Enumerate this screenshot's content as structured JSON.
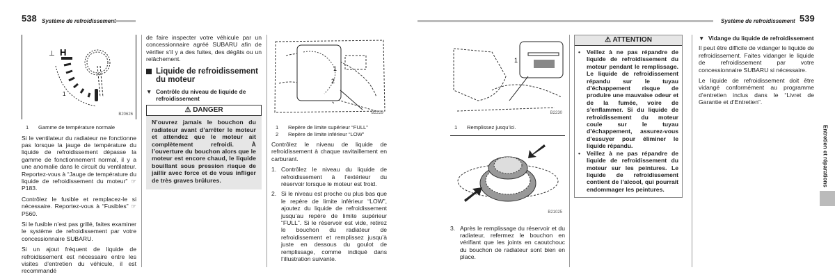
{
  "left_page": {
    "number": "538",
    "title": "Système de refroidissement"
  },
  "right_page": {
    "number": "539",
    "title": "Système de refroidissement",
    "side_tab": "Entretien et réparations"
  },
  "figures": [
    {
      "code": "B20626",
      "labels": [
        "1"
      ],
      "gauge_letter": "H"
    },
    {
      "code": "B2229",
      "labels": [
        "1",
        "2"
      ]
    },
    {
      "code": "B2230",
      "labels": [
        "1"
      ]
    },
    {
      "code": "B21025"
    }
  ],
  "col1": {
    "caption": {
      "n": "1",
      "text": "Gamme de température normale"
    },
    "paragraphs": [
      "Si le ventilateur du radiateur ne fonctionne pas lorsque la jauge de température du liquide de refroidissement dépasse la gamme de fonctionnement normal, il y a une anomalie dans le circuit du ventilateur. Reportez-vous à “Jauge de température du liquide de refroidissement du moteur” ☞P183.",
      "Contrôlez le fusible et remplacez-le si nécessaire. Reportez-vous à “Fusibles” ☞P560.",
      "Si le fusible n’est pas grillé, faites examiner le système de refroidissement par votre concessionnaire SUBARU.",
      "Si un ajout fréquent de liquide de refroidissement est nécessaire entre les visites d’entretien du véhicule, il est recommandé"
    ]
  },
  "col2": {
    "intro": "de faire inspecter votre véhicule par un concessionnaire agréé SUBARU afin de vérifier s’il y a des fuites, des dégâts ou un relâchement.",
    "heading": "Liquide de refroidissement du moteur",
    "subheading": "Contrôle du niveau de liquide de refroidissement",
    "danger_title": "DANGER",
    "danger_text": "N’ouvrez jamais le bouchon du radiateur avant d’arrêter le moteur et attendez que le moteur ait complètement refroidi. À l’ouverture du bouchon alors que le moteur est encore chaud, le liquide bouillant sous pression risque de jaillir avec force et de vous infliger de très graves brûlures."
  },
  "col3": {
    "captions": [
      {
        "n": "1",
        "text": "Repère de limite supérieur “FULL”"
      },
      {
        "n": "2",
        "text": "Repère de limite inférieur “LOW”"
      }
    ],
    "intro": "Contrôlez le niveau de liquide de refroidissement à chaque ravitaillement en carburant.",
    "steps": [
      {
        "n": "1.",
        "text": "Contrôlez le niveau du liquide de refroidissement à l’extérieur du réservoir lorsque le moteur est froid."
      },
      {
        "n": "2.",
        "text": "Si le niveau est proche ou plus bas que le repère de limite inférieur “LOW”, ajoutez du liquide de refroidissement jusqu’au repère de limite supérieur “FULL”. Si le réservoir est vide, retirez le bouchon du radiateur de refroidissement et remplissez jusqu’à juste en dessous du goulot de remplissage, comme indiqué dans l’illustration suivante."
      }
    ]
  },
  "col4": {
    "caption": {
      "n": "1",
      "text": "Remplissez jusqu’ici."
    },
    "step": {
      "n": "3.",
      "text": "Après le remplissage du réservoir et du radiateur, refermez le bouchon en vérifiant que les joints en caoutchouc du bouchon de radiateur sont bien en place."
    }
  },
  "col5": {
    "attention_title": "ATTENTION",
    "bullets": [
      "Veillez à ne pas répandre de liquide de refroidissement du moteur pendant le remplissage. Le liquide de refroidissement répandu sur le tuyau d’échappement risque de produire une mauvaise odeur et de la fumée, voire de s’enflammer. Si du liquide de refroidissement du moteur coule sur le tuyau d’échappement, assurez-vous d’essuyer pour éliminer le liquide répandu.",
      "Veillez à ne pas répandre de liquide de refroidissement du moteur sur les peintures. Le liquide de refroidissement contient de l’alcool, qui pourrait endommager les peintures."
    ]
  },
  "col6": {
    "subheading": "Vidange du liquide de refroidissement",
    "paragraphs": [
      "Il peut être difficile de vidanger le liquide de refroidissement. Faites vidanger le liquide de refroidissement par votre concessionnaire SUBARU si nécessaire.",
      "Le liquide de refroidissement doit être vidangé conformément au programme d’entretien inclus dans le “Livret de Garantie et d’Entretien”."
    ]
  }
}
